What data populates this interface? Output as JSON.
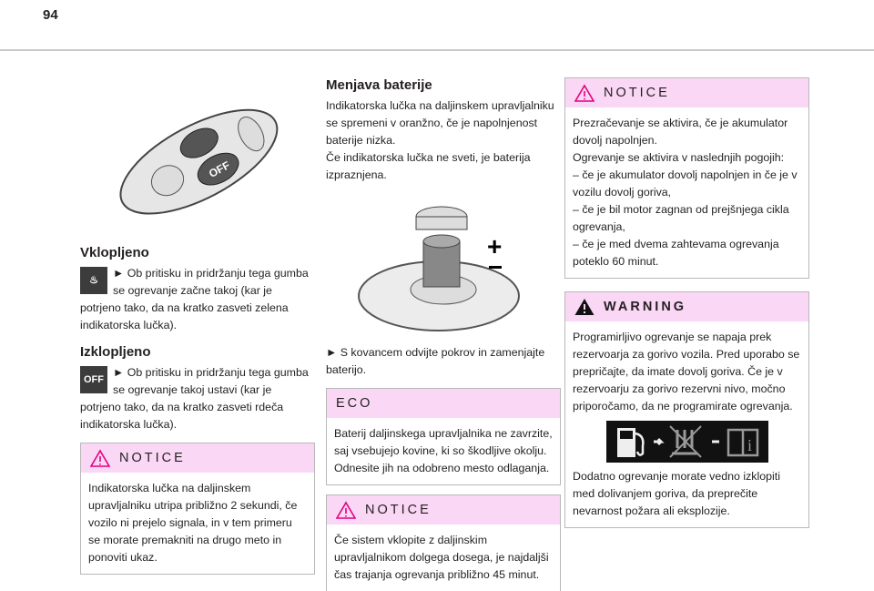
{
  "page_number": "94",
  "left": {
    "on": {
      "title": "Vklopljeno",
      "text": "► Ob pritisku in pridržanju tega gumba se ogrevanje začne takoj (kar je potrjeno tako, da na kratko zasveti zelena indikatorska lučka)."
    },
    "off": {
      "title": "Izklopljeno",
      "icon_label": "OFF",
      "text": "► Ob pritisku in pridržanju tega gumba se ogrevanje takoj ustavi (kar je potrjeno tako, da na kratko zasveti rdeča indikatorska lučka)."
    },
    "notice": {
      "title": "NOTICE",
      "lines": [
        "Indikatorska lučka na daljinskem upravljalniku utripa približno 2 sekundi, če vozilo ni prejelo signala, in v tem primeru",
        "se morate premakniti na drugo meto in ponoviti ukaz."
      ]
    }
  },
  "middle": {
    "battery": {
      "title": "Menjava baterije",
      "lines": [
        "Indikatorska lučka na daljinskem upravljalniku se spremeni v oranžno, če je napolnjenost baterije nizka.",
        "Če indikatorska lučka ne sveti, je baterija izpraznjena."
      ]
    },
    "step": "► S kovancem odvijte pokrov in zamenjajte baterijo.",
    "eco": {
      "title": "ECO",
      "text": "Baterij daljinskega upravljalnika ne zavrzite, saj vsebujejo kovine, ki so škodljive okolju. Odnesite jih na odobreno mesto odlaganja."
    },
    "notice": {
      "title": "NOTICE",
      "text": "Če sistem vklopite z daljinskim upravljalnikom dolgega dosega, je najdaljši čas trajanja ogrevanja približno 45 minut."
    }
  },
  "right": {
    "notice": {
      "title": "NOTICE",
      "lines": [
        "Prezračevanje se aktivira, če je akumulator dovolj napolnjen.",
        "Ogrevanje se aktivira v naslednjih pogojih:",
        "–  če je akumulator dovolj napolnjen in če je v vozilu dovolj goriva,",
        "–  če je bil motor zagnan od prejšnjega cikla ogrevanja,",
        "–  če je med dvema zahtevama ogrevanja poteklo 60 minut."
      ]
    },
    "warning": {
      "title": "WARNING",
      "text1": "Programirljivo ogrevanje se napaja prek rezervoarja za gorivo vozila. Pred uporabo se prepričajte, da imate dovolj goriva. Če je v rezervoarju za gorivo rezervni nivo, močno priporočamo, da ne programirate ogrevanja.",
      "text2": "Dodatno ogrevanje morate vedno izklopiti med dolivanjem goriva, da preprečite nevarnost požara ali eksplozije."
    }
  },
  "colors": {
    "notice_bg": "#fad7f5",
    "notice_icon": "#e5007e"
  }
}
